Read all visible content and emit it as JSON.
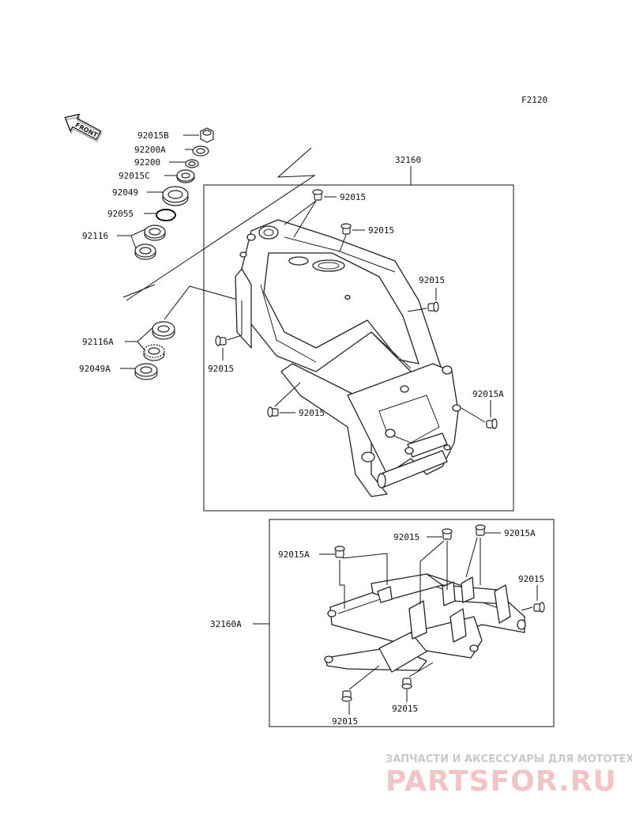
{
  "diagram_code": "F2120",
  "front_label": "FRONT",
  "main_frame_label": "32160",
  "sub_frame_label": "32160A",
  "stack_parts": [
    {
      "id": "p1",
      "label": "92015B"
    },
    {
      "id": "p2",
      "label": "92200A"
    },
    {
      "id": "p3",
      "label": "92200"
    },
    {
      "id": "p4",
      "label": "92015C"
    },
    {
      "id": "p5",
      "label": "92049"
    },
    {
      "id": "p6",
      "label": "92055"
    },
    {
      "id": "p7",
      "label": "92116"
    },
    {
      "id": "p8",
      "label": "92116A"
    },
    {
      "id": "p9",
      "label": "92049A"
    }
  ],
  "main_frame_callouts": [
    {
      "id": "m1",
      "label": "92015"
    },
    {
      "id": "m2",
      "label": "92015"
    },
    {
      "id": "m3",
      "label": "92015"
    },
    {
      "id": "m4",
      "label": "92015"
    },
    {
      "id": "m5",
      "label": "92015A"
    },
    {
      "id": "m6",
      "label": "92015"
    }
  ],
  "sub_frame_callouts": [
    {
      "id": "s1",
      "label": "92015A"
    },
    {
      "id": "s2",
      "label": "92015"
    },
    {
      "id": "s3",
      "label": "92015A"
    },
    {
      "id": "s4",
      "label": "92015"
    },
    {
      "id": "s5",
      "label": "92015"
    },
    {
      "id": "s6",
      "label": "92015"
    }
  ],
  "watermark": {
    "tagline": "ЗАПЧАСТИ И АКСЕССУАРЫ ДЛЯ МОТОТЕХНИКИ",
    "logo": "PARTSFOR.RU"
  }
}
